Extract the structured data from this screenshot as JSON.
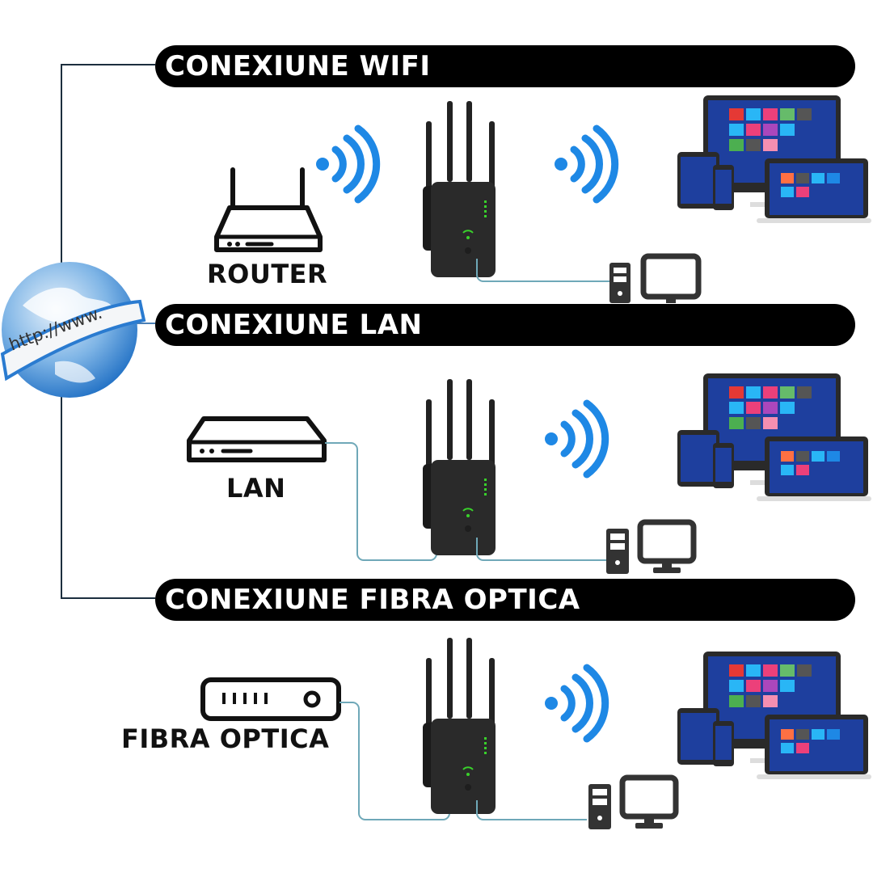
{
  "title": "Wifi extender connection modes",
  "globe": {
    "text": "http://www.",
    "icon": "globe-icon"
  },
  "sections": [
    {
      "banner": "CONEXIUNE WIFI",
      "source_label": "ROUTER",
      "source_icon": "router-icon",
      "source_link": "wireless",
      "extender_icon": "wifi-extender-icon",
      "output_icons": [
        "wifi-signal-icon",
        "devices-icon",
        "desktop-pc-icon"
      ]
    },
    {
      "banner": "CONEXIUNE LAN",
      "source_label": "LAN",
      "source_icon": "lan-switch-icon",
      "source_link": "cable",
      "extender_icon": "wifi-extender-icon",
      "output_icons": [
        "wifi-signal-icon",
        "devices-icon",
        "desktop-pc-icon"
      ]
    },
    {
      "banner": "CONEXIUNE FIBRA OPTICA",
      "source_label": "FIBRA OPTICA",
      "source_icon": "fiber-modem-icon",
      "source_link": "cable",
      "extender_icon": "wifi-extender-icon",
      "output_icons": [
        "wifi-signal-icon",
        "devices-icon",
        "desktop-pc-icon"
      ]
    }
  ],
  "colors": {
    "banner_bg": "#000000",
    "banner_text": "#ffffff",
    "wifi_blue": "#1e88e5",
    "cable": "#6fa8b8",
    "tree_line": "#1c2e3e",
    "extender_body": "#2a2a2a",
    "led_green": "#39d12b"
  }
}
